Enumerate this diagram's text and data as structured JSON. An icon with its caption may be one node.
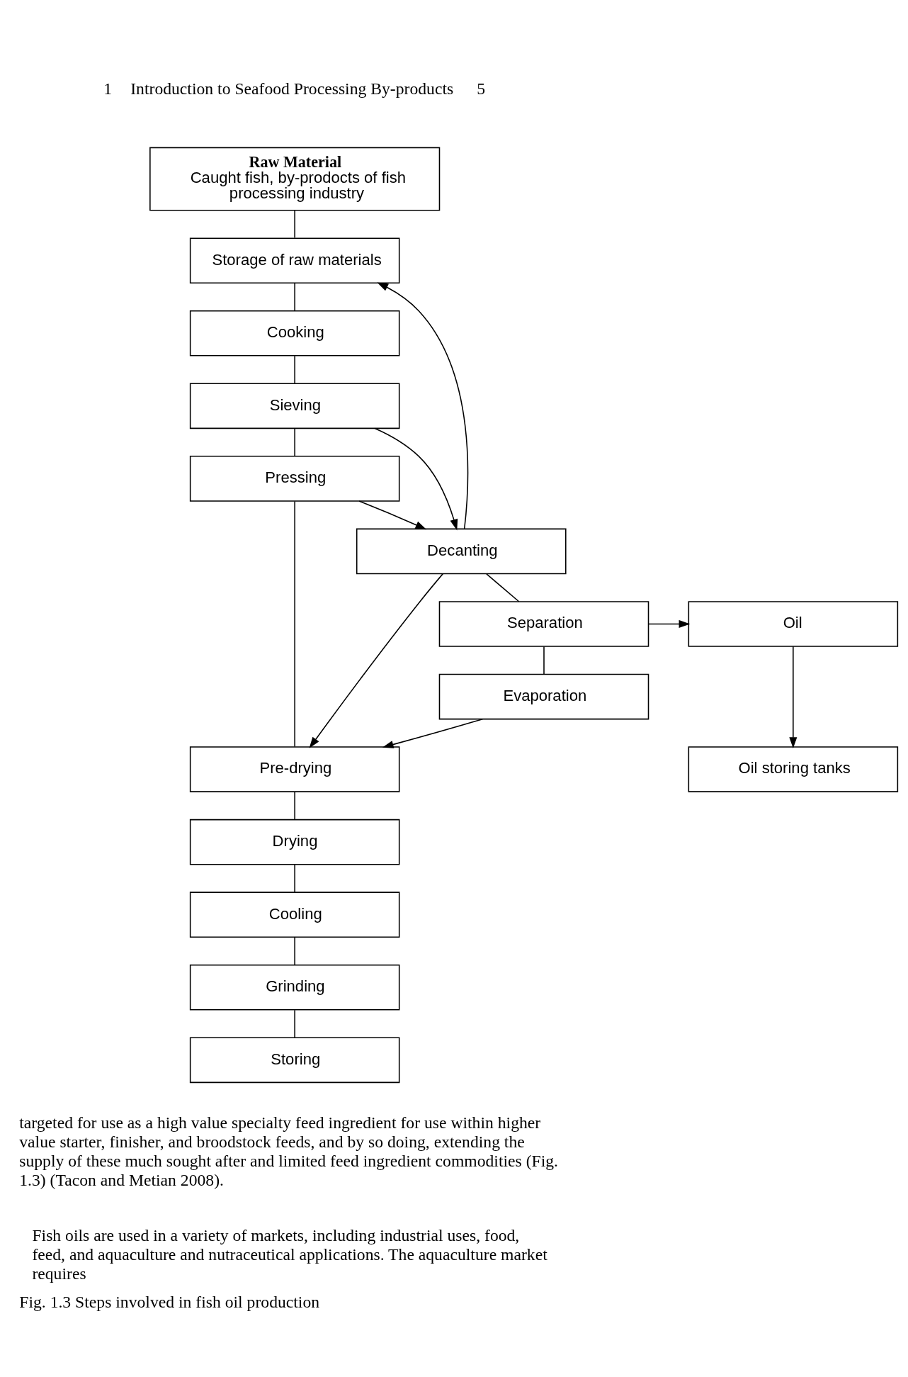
{
  "diagram": {
    "caption": "Fig. 1.3 Steps involved in fish oil production",
    "nodes": [
      {
        "text": [
          "Raw Material",
          "Caught fish, by-prodocts of fish processing industry"
        ]
      },
      {
        "text": [
          "Storage of raw materials"
        ]
      },
      {
        "text": [
          "Cooking"
        ]
      },
      {
        "text": [
          "Sieving"
        ]
      },
      {
        "text": [
          "Pressing"
        ]
      },
      {
        "text": [
          "Decanting"
        ]
      },
      {
        "text": [
          "Separation"
        ]
      },
      {
        "text": [
          "Evaporation"
        ]
      },
      {
        "text": [
          "Oil"
        ]
      },
      {
        "text": [
          "Oil storing tanks"
        ]
      },
      {
        "text": [
          "Pre-drying"
        ]
      },
      {
        "text": [
          "Drying"
        ]
      },
      {
        "text": [
          "Cooling"
        ]
      },
      {
        "text": [
          "Grinding"
        ]
      },
      {
        "text": [
          "Storing"
        ]
      }
    ],
    "edges": [
      {
        "from": 0,
        "to": 1,
        "arrow": "none"
      },
      {
        "from": 1,
        "to": 2,
        "arrow": "none"
      },
      {
        "from": 2,
        "to": 3,
        "arrow": "none"
      },
      {
        "from": 3,
        "to": 4,
        "arrow": "none"
      },
      {
        "from": 4,
        "to": 10,
        "arrow": "none"
      },
      {
        "from": 3,
        "to": 5,
        "arrow": "to"
      },
      {
        "from": 4,
        "to": 5,
        "arrow": "to"
      },
      {
        "from": 5,
        "to": 10,
        "arrow": "to"
      },
      {
        "from": 5,
        "to": 1,
        "arrow": "to"
      },
      {
        "from": 5,
        "to": 6,
        "arrow": "none"
      },
      {
        "from": 6,
        "to": 7,
        "arrow": "none"
      },
      {
        "from": 6,
        "to": 8,
        "arrow": "to"
      },
      {
        "from": 7,
        "to": 10,
        "arrow": "to"
      },
      {
        "from": 8,
        "to": 9,
        "arrow": "to"
      },
      {
        "from": 10,
        "to": 11,
        "arrow": "none"
      },
      {
        "from": 11,
        "to": 12,
        "arrow": "none"
      },
      {
        "from": 12,
        "to": 13,
        "arrow": "none"
      },
      {
        "from": 13,
        "to": 14,
        "arrow": "none"
      }
    ],
    "labels": [
      "1",
      "Introduction to Seafood Processing By-products",
      "5",
      "targeted for use as a high value specialty feed ingredient for use within higher value starter, finisher, and broodstock feeds, and by so doing, extending the supply of these much sought after and limited feed ingredient commodities (Fig. 1.3) (Tacon and Metian 2008).",
      "Fish oils are used in a variety of markets, including industrial uses, food, feed, and aquaculture and nutraceutical applications. The aquaculture market requires"
    ]
  }
}
